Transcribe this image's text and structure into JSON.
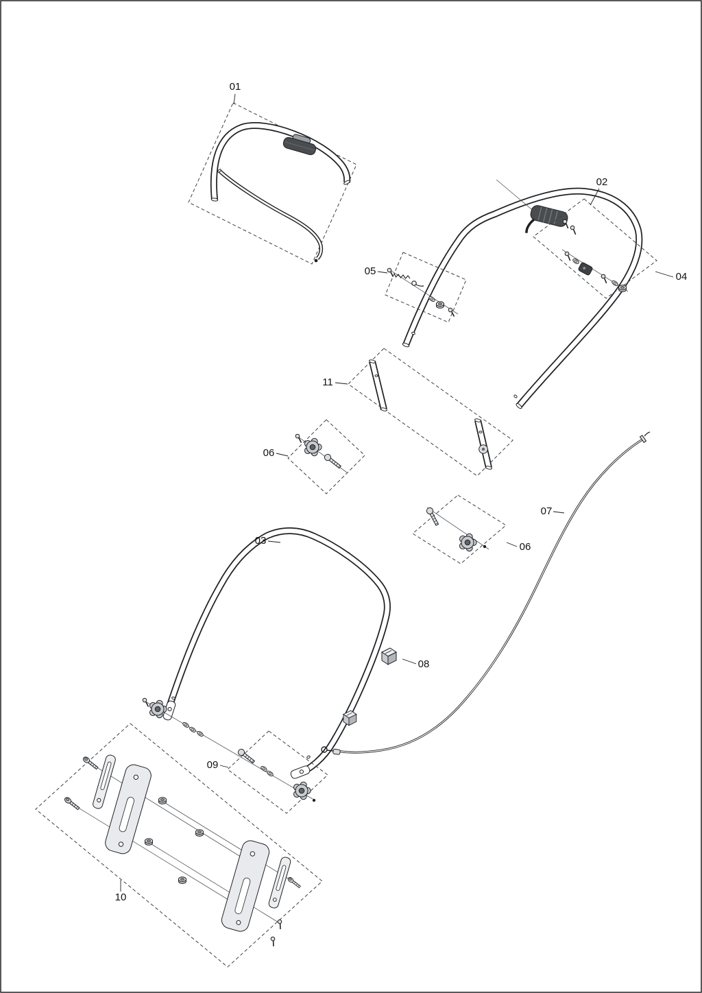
{
  "diagram": {
    "background": "#ffffff",
    "callouts": {
      "c01": "01",
      "c02": "02",
      "c03": "03",
      "c04": "04",
      "c05": "05",
      "c06a": "06",
      "c06b": "06",
      "c07": "07",
      "c08": "08",
      "c09": "09",
      "c10": "10",
      "c11": "11"
    },
    "colors": {
      "line": "#202124",
      "dark_part": "#4a4d50",
      "mid_part": "#c8ccd0",
      "light_part": "#e8eaed"
    }
  }
}
